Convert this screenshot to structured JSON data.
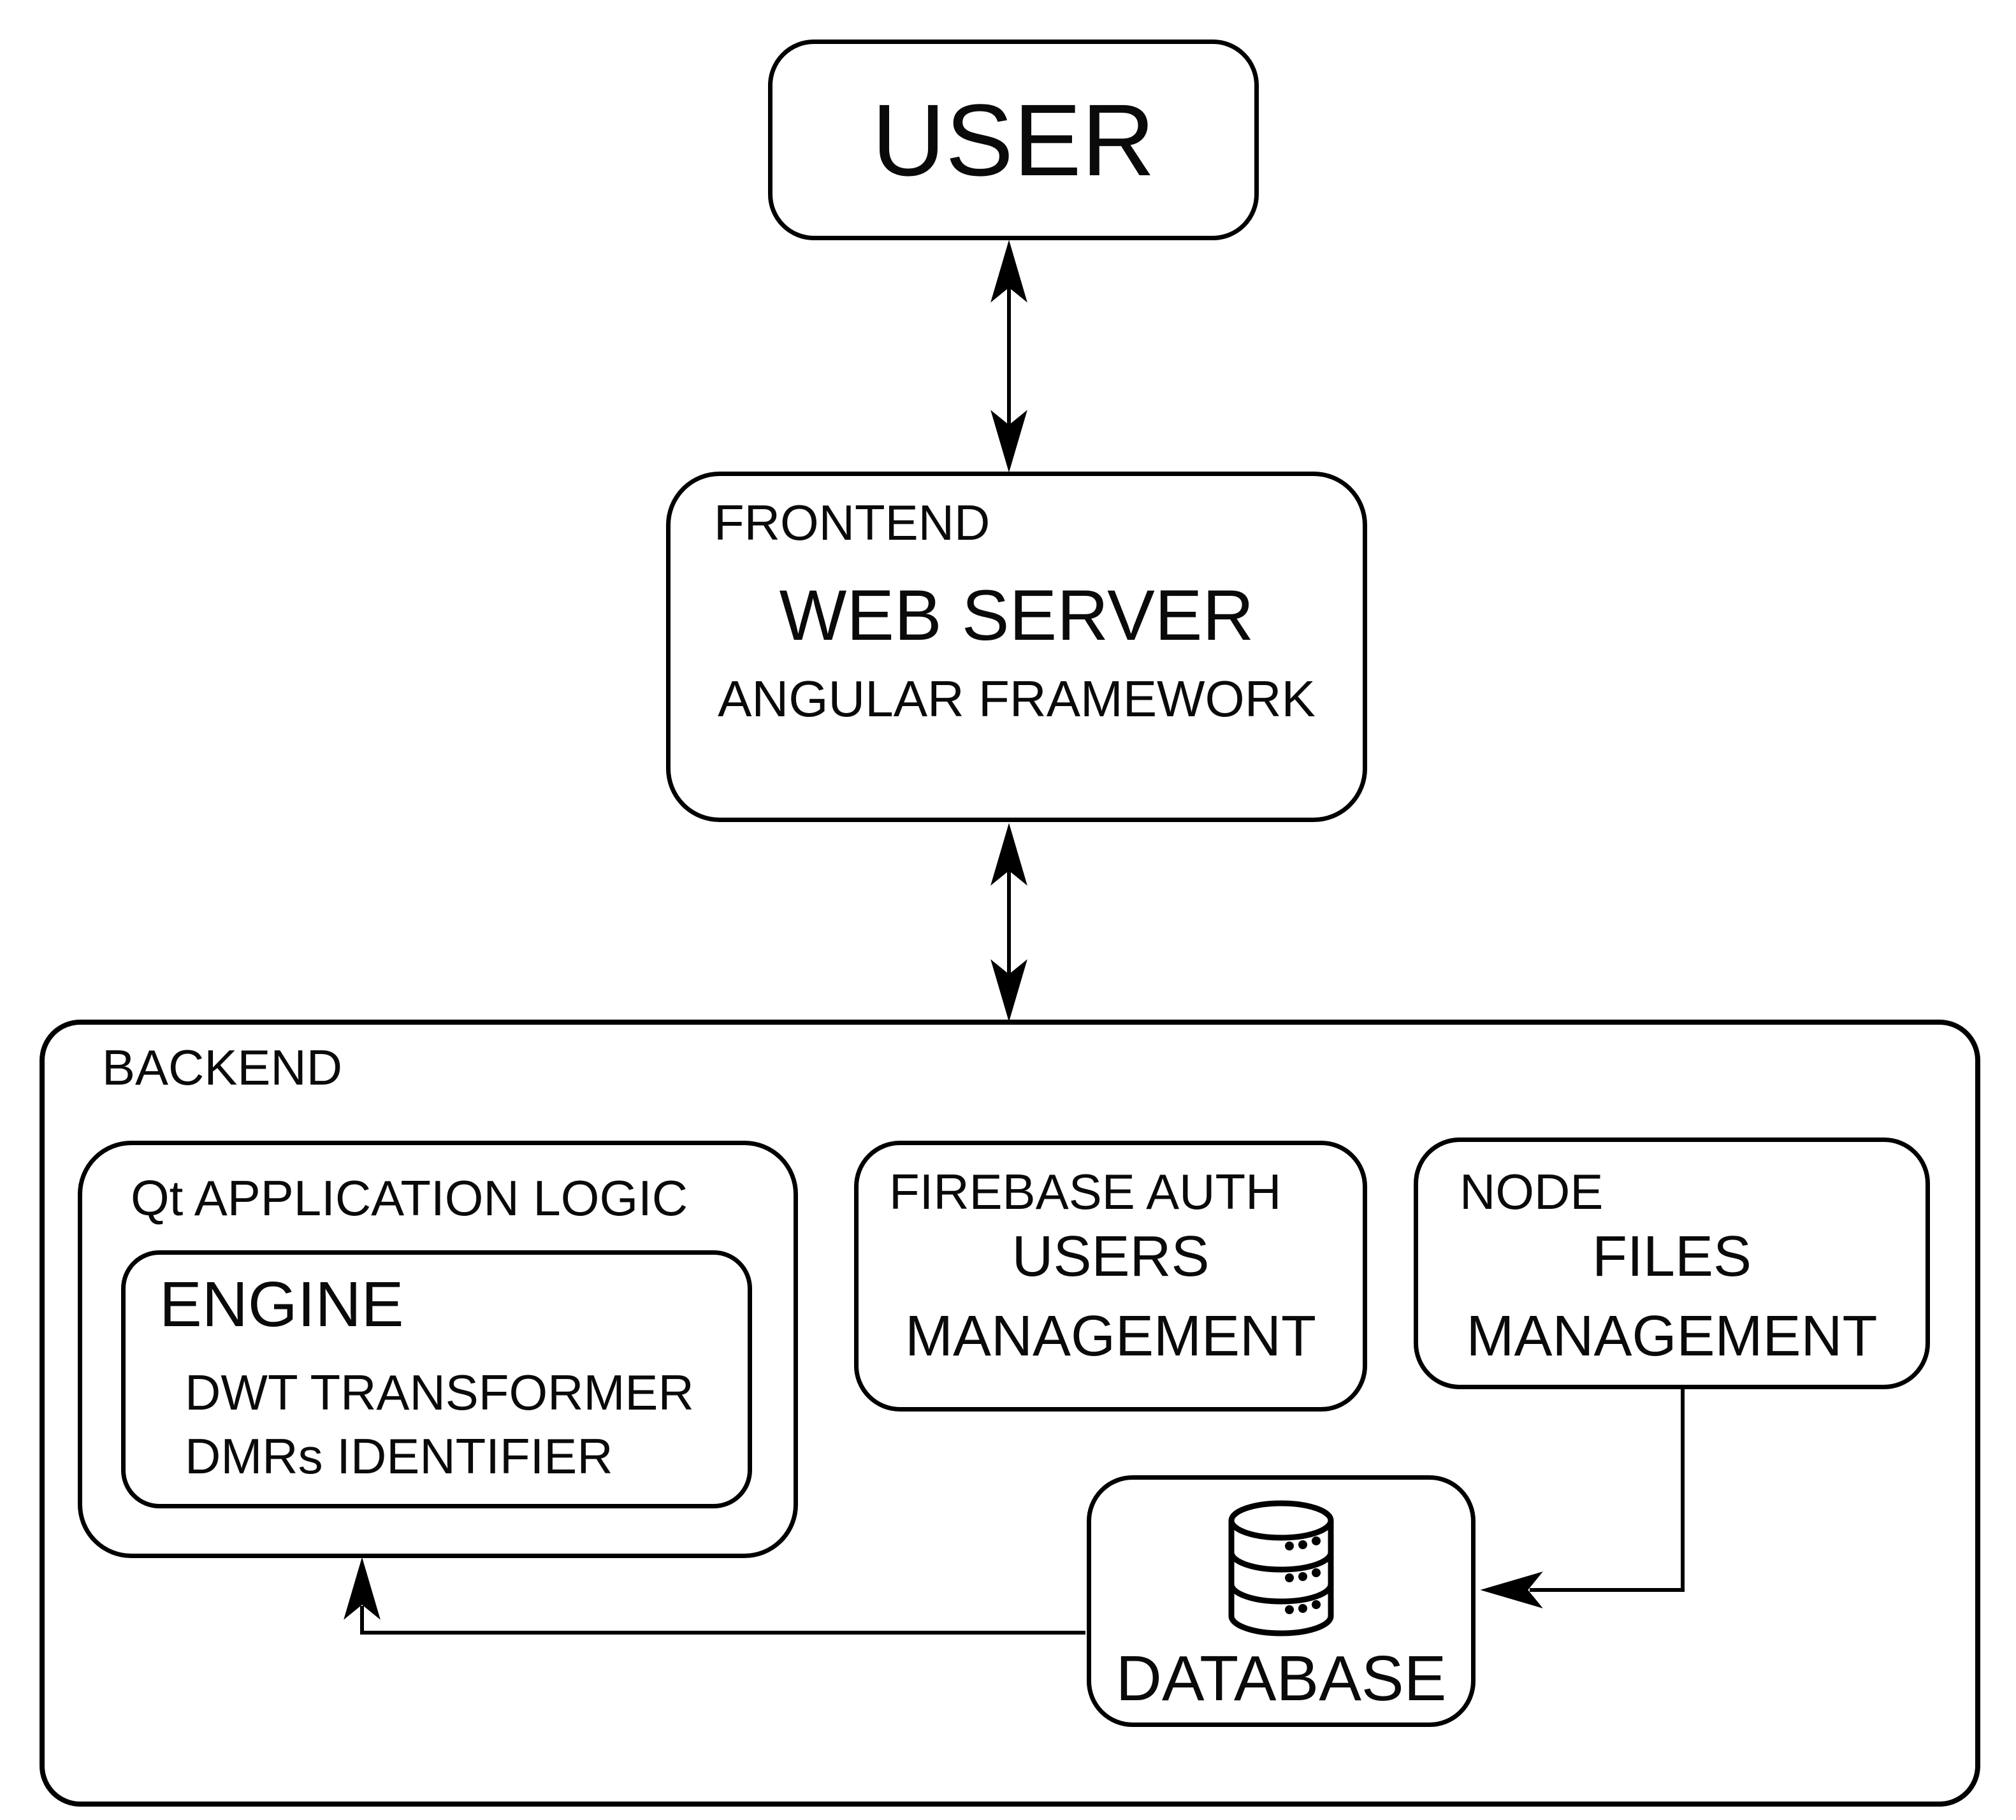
{
  "diagram_title": "web-application-architecture",
  "colors": {
    "stroke": "#000000",
    "background": "#ffffff",
    "text": "#0a0a0a"
  },
  "nodes": {
    "user": {
      "label": "USER"
    },
    "frontend": {
      "tag": "FRONTEND",
      "title": "WEB SERVER",
      "subtitle": "ANGULAR FRAMEWORK"
    },
    "backend": {
      "tag": "BACKEND"
    },
    "qt": {
      "tag": "Qt APPLICATION LOGIC"
    },
    "engine": {
      "title": "ENGINE",
      "line1": "DWT TRANSFORMER",
      "line2": "DMRs IDENTIFIER"
    },
    "firebase": {
      "tag": "FIREBASE AUTH",
      "line1": "USERS",
      "line2": "MANAGEMENT"
    },
    "node": {
      "tag": "NODE",
      "line1": "FILES",
      "line2": "MANAGEMENT"
    },
    "database": {
      "label": "DATABASE",
      "icon": "database-cylinder-icon"
    }
  },
  "connections": [
    {
      "from": "user",
      "to": "frontend",
      "type": "bidirectional-arrow"
    },
    {
      "from": "frontend",
      "to": "backend",
      "type": "bidirectional-arrow"
    },
    {
      "from": "node-files-management",
      "to": "database",
      "type": "arrow"
    },
    {
      "from": "database",
      "to": "qt-application-logic-engine",
      "type": "arrow"
    }
  ]
}
